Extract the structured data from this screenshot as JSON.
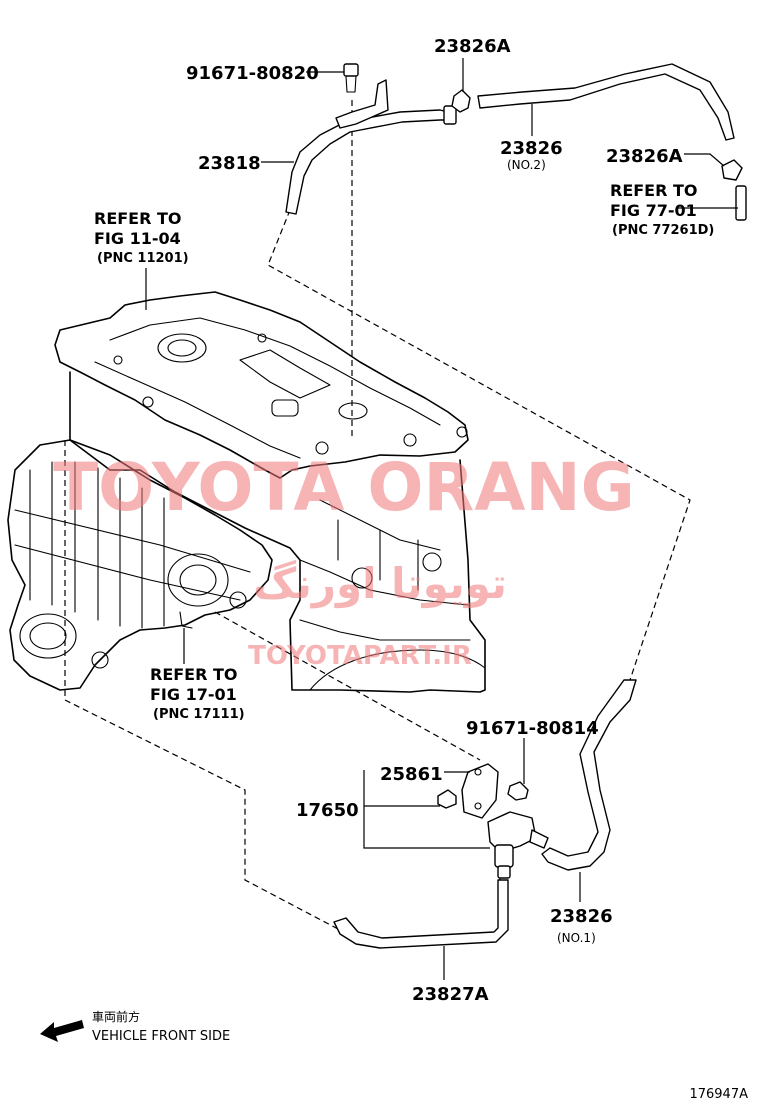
{
  "figure_id": "176947A",
  "watermark": {
    "latin": "TOYOTA ORANG",
    "arabic": "تویوتا اورنگ",
    "url": "TOYOTAPART.IR",
    "color": "#f0787a"
  },
  "callouts": [
    {
      "id": "c-91671-80820",
      "part": "91671-80820"
    },
    {
      "id": "c-23826A-top",
      "part": "23826A"
    },
    {
      "id": "c-23818",
      "part": "23818"
    },
    {
      "id": "c-23826-no2",
      "part": "23826",
      "note": "(NO.2)"
    },
    {
      "id": "c-23826A-right",
      "part": "23826A"
    },
    {
      "id": "c-91671-80814",
      "part": "91671-80814"
    },
    {
      "id": "c-25861",
      "part": "25861"
    },
    {
      "id": "c-17650",
      "part": "17650"
    },
    {
      "id": "c-23826-no1",
      "part": "23826",
      "note": "(NO.1)"
    },
    {
      "id": "c-23827A",
      "part": "23827A"
    }
  ],
  "references": [
    {
      "line1": "REFER TO",
      "line2": "FIG 11-04",
      "pnc": "(PNC 11201)"
    },
    {
      "line1": "REFER TO",
      "line2": "FIG 77-01",
      "pnc": "(PNC 77261D)"
    },
    {
      "line1": "REFER TO",
      "line2": "FIG 17-01",
      "pnc": "(PNC 17111)"
    }
  ],
  "direction": {
    "label_jp": "車両前方",
    "label_en": "VEHICLE FRONT SIDE"
  }
}
